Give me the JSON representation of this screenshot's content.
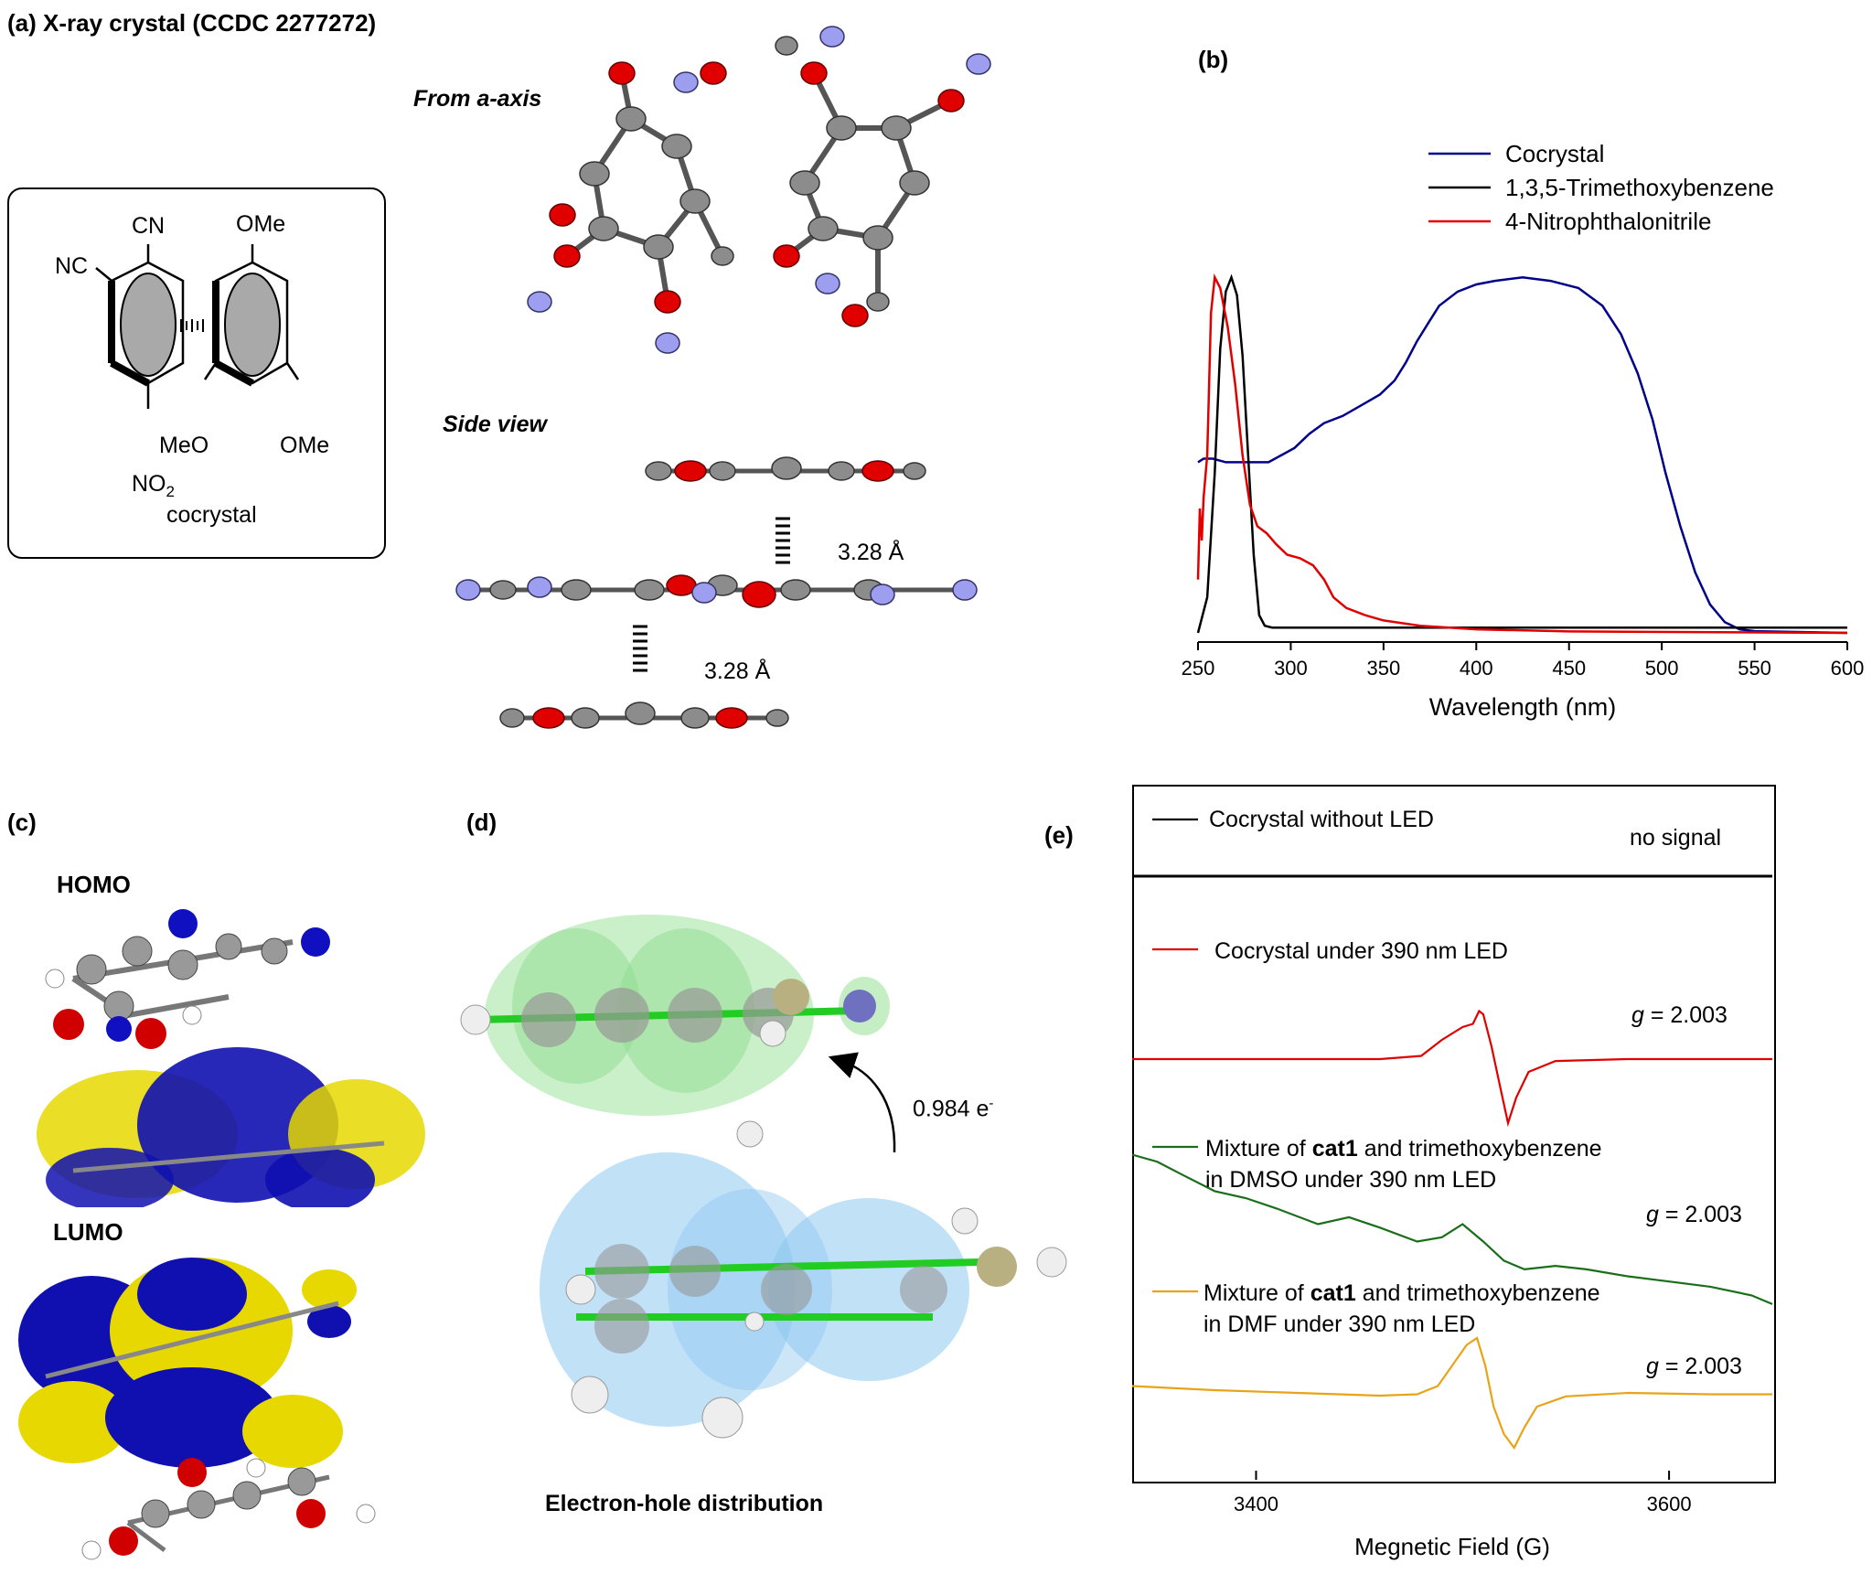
{
  "panel_a": {
    "label": "(a)",
    "title": "X-ray crystal (CCDC 2277272)",
    "view_a": "From a-axis",
    "view_side": "Side view",
    "distance_top": "3.28 Å",
    "distance_bottom": "3.28 Å",
    "scheme": {
      "cn_top": "CN",
      "nc_left": "NC",
      "ome_top": "OMe",
      "meo_left": "MeO",
      "ome_right": "OMe",
      "no2": "NO",
      "no2_sub": "2",
      "caption": "cocrystal"
    }
  },
  "panel_b": {
    "label": "(b)"
  },
  "panel_c": {
    "label": "(c)",
    "homo": "HOMO",
    "lumo": "LUMO"
  },
  "panel_d": {
    "label": "(d)",
    "transfer": "0.984 e",
    "transfer_sup": "-",
    "caption": "Electron-hole distribution"
  },
  "panel_e": {
    "label": "(e)",
    "trace1": "Cocrystal without LED",
    "trace1_note": "no signal",
    "trace2": "Cocrystal under 390 nm LED",
    "g_symbol": "g",
    "g2": " = 2.003",
    "trace3_pre": "Mixture of ",
    "trace3_bold": "cat1",
    "trace3_post": " and trimethoxybenzene",
    "trace3_line2": "in DMSO under 390 nm LED",
    "g3": " = 2.003",
    "trace4_pre": "Mixture of ",
    "trace4_bold": "cat1",
    "trace4_post": " and trimethoxybenzene",
    "trace4_line2": "in DMF under 390 nm LED",
    "g4": " = 2.003"
  },
  "chart_data": [
    {
      "type": "line",
      "xlabel": "Wavelength (nm)",
      "ylabel": "",
      "xlim": [
        250,
        600
      ],
      "ylim": [
        0,
        1.05
      ],
      "x_ticks": [
        "250",
        "300",
        "350",
        "400",
        "450",
        "500",
        "550",
        "600"
      ],
      "legend_position": "top-right",
      "series": [
        {
          "name": "Cocrystal",
          "color": "#00008b",
          "points": [
            [
              250,
              0.48
            ],
            [
              253,
              0.49
            ],
            [
              258,
              0.49
            ],
            [
              265,
              0.48
            ],
            [
              272,
              0.48
            ],
            [
              280,
              0.48
            ],
            [
              288,
              0.48
            ],
            [
              295,
              0.5
            ],
            [
              302,
              0.52
            ],
            [
              310,
              0.56
            ],
            [
              318,
              0.59
            ],
            [
              328,
              0.61
            ],
            [
              338,
              0.64
            ],
            [
              348,
              0.67
            ],
            [
              356,
              0.71
            ],
            [
              362,
              0.76
            ],
            [
              368,
              0.82
            ],
            [
              374,
              0.87
            ],
            [
              380,
              0.92
            ],
            [
              390,
              0.96
            ],
            [
              400,
              0.98
            ],
            [
              410,
              0.99
            ],
            [
              425,
              1.0
            ],
            [
              440,
              0.99
            ],
            [
              455,
              0.97
            ],
            [
              468,
              0.92
            ],
            [
              478,
              0.84
            ],
            [
              487,
              0.73
            ],
            [
              495,
              0.6
            ],
            [
              502,
              0.45
            ],
            [
              510,
              0.3
            ],
            [
              518,
              0.17
            ],
            [
              526,
              0.08
            ],
            [
              534,
              0.03
            ],
            [
              542,
              0.01
            ],
            [
              550,
              0.005
            ],
            [
              600,
              0.0
            ]
          ]
        },
        {
          "name": "1,3,5-Trimethoxybenzene",
          "color": "#000000",
          "points": [
            [
              250,
              0.0
            ],
            [
              255,
              0.1
            ],
            [
              259,
              0.45
            ],
            [
              262,
              0.8
            ],
            [
              265,
              0.96
            ],
            [
              268,
              1.0
            ],
            [
              271,
              0.95
            ],
            [
              274,
              0.78
            ],
            [
              277,
              0.5
            ],
            [
              280,
              0.22
            ],
            [
              283,
              0.05
            ],
            [
              286,
              0.02
            ],
            [
              290,
              0.015
            ],
            [
              320,
              0.015
            ],
            [
              400,
              0.015
            ],
            [
              500,
              0.015
            ],
            [
              600,
              0.015
            ]
          ]
        },
        {
          "name": "4-Nitrophthalonitrile",
          "color": "#e00000",
          "points": [
            [
              250,
              0.15
            ],
            [
              251,
              0.35
            ],
            [
              252,
              0.26
            ],
            [
              253,
              0.38
            ],
            [
              255,
              0.5
            ],
            [
              257,
              0.9
            ],
            [
              259,
              1.0
            ],
            [
              262,
              0.97
            ],
            [
              266,
              0.86
            ],
            [
              270,
              0.7
            ],
            [
              274,
              0.5
            ],
            [
              278,
              0.36
            ],
            [
              282,
              0.3
            ],
            [
              287,
              0.28
            ],
            [
              292,
              0.25
            ],
            [
              298,
              0.22
            ],
            [
              305,
              0.21
            ],
            [
              312,
              0.19
            ],
            [
              318,
              0.15
            ],
            [
              323,
              0.1
            ],
            [
              330,
              0.07
            ],
            [
              340,
              0.05
            ],
            [
              350,
              0.035
            ],
            [
              370,
              0.02
            ],
            [
              400,
              0.01
            ],
            [
              450,
              0.004
            ],
            [
              600,
              0.0
            ]
          ]
        }
      ]
    },
    {
      "type": "line",
      "xlabel": "Megnetic Field (G)",
      "ylabel": "",
      "xlim": [
        3340,
        3650
      ],
      "x_ticks": [
        "3400",
        "3600"
      ],
      "series": [
        {
          "name": "Cocrystal without LED",
          "color": "#000000",
          "baseline": 0,
          "points": [
            [
              3340,
              0
            ],
            [
              3380,
              0
            ],
            [
              3420,
              0
            ],
            [
              3460,
              0
            ],
            [
              3500,
              0
            ],
            [
              3540,
              0
            ],
            [
              3580,
              0
            ],
            [
              3620,
              0
            ],
            [
              3650,
              0
            ]
          ]
        },
        {
          "name": "Cocrystal under 390 nm LED",
          "color": "#e00000",
          "baseline": 0,
          "points": [
            [
              3340,
              0
            ],
            [
              3400,
              0
            ],
            [
              3460,
              0
            ],
            [
              3480,
              0.05
            ],
            [
              3490,
              0.3
            ],
            [
              3500,
              0.5
            ],
            [
              3505,
              0.55
            ],
            [
              3508,
              0.75
            ],
            [
              3510,
              0.7
            ],
            [
              3514,
              0.2
            ],
            [
              3518,
              -0.4
            ],
            [
              3522,
              -1.0
            ],
            [
              3526,
              -0.6
            ],
            [
              3532,
              -0.2
            ],
            [
              3545,
              -0.03
            ],
            [
              3580,
              0
            ],
            [
              3650,
              0
            ]
          ]
        },
        {
          "name": "Mixture of cat1 and trimethoxybenzene in DMSO under 390 nm LED",
          "color": "#1a6e1a",
          "baseline": 0,
          "points": [
            [
              3340,
              0.9
            ],
            [
              3352,
              0.82
            ],
            [
              3365,
              0.66
            ],
            [
              3380,
              0.48
            ],
            [
              3395,
              0.4
            ],
            [
              3410,
              0.28
            ],
            [
              3430,
              0.1
            ],
            [
              3445,
              0.18
            ],
            [
              3460,
              0.06
            ],
            [
              3478,
              -0.1
            ],
            [
              3490,
              -0.05
            ],
            [
              3500,
              0.1
            ],
            [
              3510,
              -0.1
            ],
            [
              3520,
              -0.32
            ],
            [
              3530,
              -0.42
            ],
            [
              3545,
              -0.38
            ],
            [
              3560,
              -0.42
            ],
            [
              3580,
              -0.5
            ],
            [
              3600,
              -0.56
            ],
            [
              3620,
              -0.62
            ],
            [
              3640,
              -0.72
            ],
            [
              3650,
              -0.82
            ]
          ]
        },
        {
          "name": "Mixture of cat1 and trimethoxybenzene in DMF under 390 nm LED",
          "color": "#e8a317",
          "baseline": 0,
          "points": [
            [
              3340,
              0.1
            ],
            [
              3380,
              0.04
            ],
            [
              3420,
              0.0
            ],
            [
              3460,
              -0.04
            ],
            [
              3478,
              -0.02
            ],
            [
              3488,
              0.1
            ],
            [
              3495,
              0.4
            ],
            [
              3502,
              0.7
            ],
            [
              3507,
              0.8
            ],
            [
              3511,
              0.4
            ],
            [
              3515,
              -0.2
            ],
            [
              3520,
              -0.6
            ],
            [
              3525,
              -0.8
            ],
            [
              3530,
              -0.5
            ],
            [
              3536,
              -0.2
            ],
            [
              3550,
              -0.05
            ],
            [
              3580,
              0.0
            ],
            [
              3620,
              -0.02
            ],
            [
              3650,
              -0.02
            ]
          ]
        }
      ]
    }
  ]
}
